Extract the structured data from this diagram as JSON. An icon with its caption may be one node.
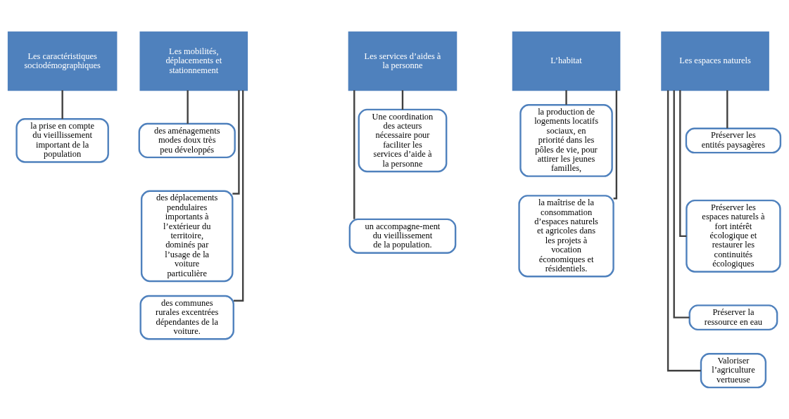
{
  "diagram": {
    "nodes": [
      {
        "text": [
          "Les caractéristiques sociodémographiques"
        ]
      },
      {
        "text": [
          "la prise en compte du vieillissement important de la population"
        ]
      },
      {
        "text": [
          "Les mobilités, déplacements et stationnement"
        ]
      },
      {
        "text": [
          "des aménagements modes doux très peu développés"
        ]
      },
      {
        "text": [
          "des déplacements pendulaires importants à l’extérieur du territoire, dominés par l’usage de la voiture particulière"
        ]
      },
      {
        "text": [
          "des communes rurales excentrées dépendantes de la voiture."
        ]
      },
      {
        "text": [
          "Les services d’aides à la personne"
        ]
      },
      {
        "text": [
          "Une coordination des acteurs nécessaire pour faciliter les services d’aide à la personne"
        ]
      },
      {
        "text": [
          "un accompagne-ment du vieillissement de la population."
        ]
      },
      {
        "text": [
          "L’habitat"
        ]
      },
      {
        "text": [
          "la production de logements locatifs sociaux, en priorité dans les pôles de vie, pour attirer les jeunes familles,"
        ]
      },
      {
        "text": [
          "la maîtrise de la consommation d’espaces naturels et agricoles dans les projets à vocation économiques et résidentiels."
        ]
      },
      {
        "text": [
          "Les espaces naturels"
        ]
      },
      {
        "text": [
          "Préserver les entités paysagères"
        ]
      },
      {
        "text": [
          "Préserver les espaces naturels à fort intérêt écologique et restaurer les continuités écologiques"
        ]
      },
      {
        "text": [
          "Préserver la ressource en eau"
        ]
      },
      {
        "text": [
          "Valoriser l’agriculture vertueuse"
        ]
      }
    ],
    "edges": [
      {
        "from": 0,
        "to": 1,
        "arrow": "none"
      },
      {
        "from": 2,
        "to": 3,
        "arrow": "none"
      },
      {
        "from": 2,
        "to": 4,
        "arrow": "none"
      },
      {
        "from": 2,
        "to": 5,
        "arrow": "none"
      },
      {
        "from": 6,
        "to": 7,
        "arrow": "none"
      },
      {
        "from": 6,
        "to": 8,
        "arrow": "none"
      },
      {
        "from": 9,
        "to": 10,
        "arrow": "none"
      },
      {
        "from": 9,
        "to": 11,
        "arrow": "none"
      },
      {
        "from": 12,
        "to": 13,
        "arrow": "none"
      },
      {
        "from": 12,
        "to": 14,
        "arrow": "none"
      },
      {
        "from": 12,
        "to": 15,
        "arrow": "none"
      },
      {
        "from": 12,
        "to": 16,
        "arrow": "none"
      }
    ]
  }
}
